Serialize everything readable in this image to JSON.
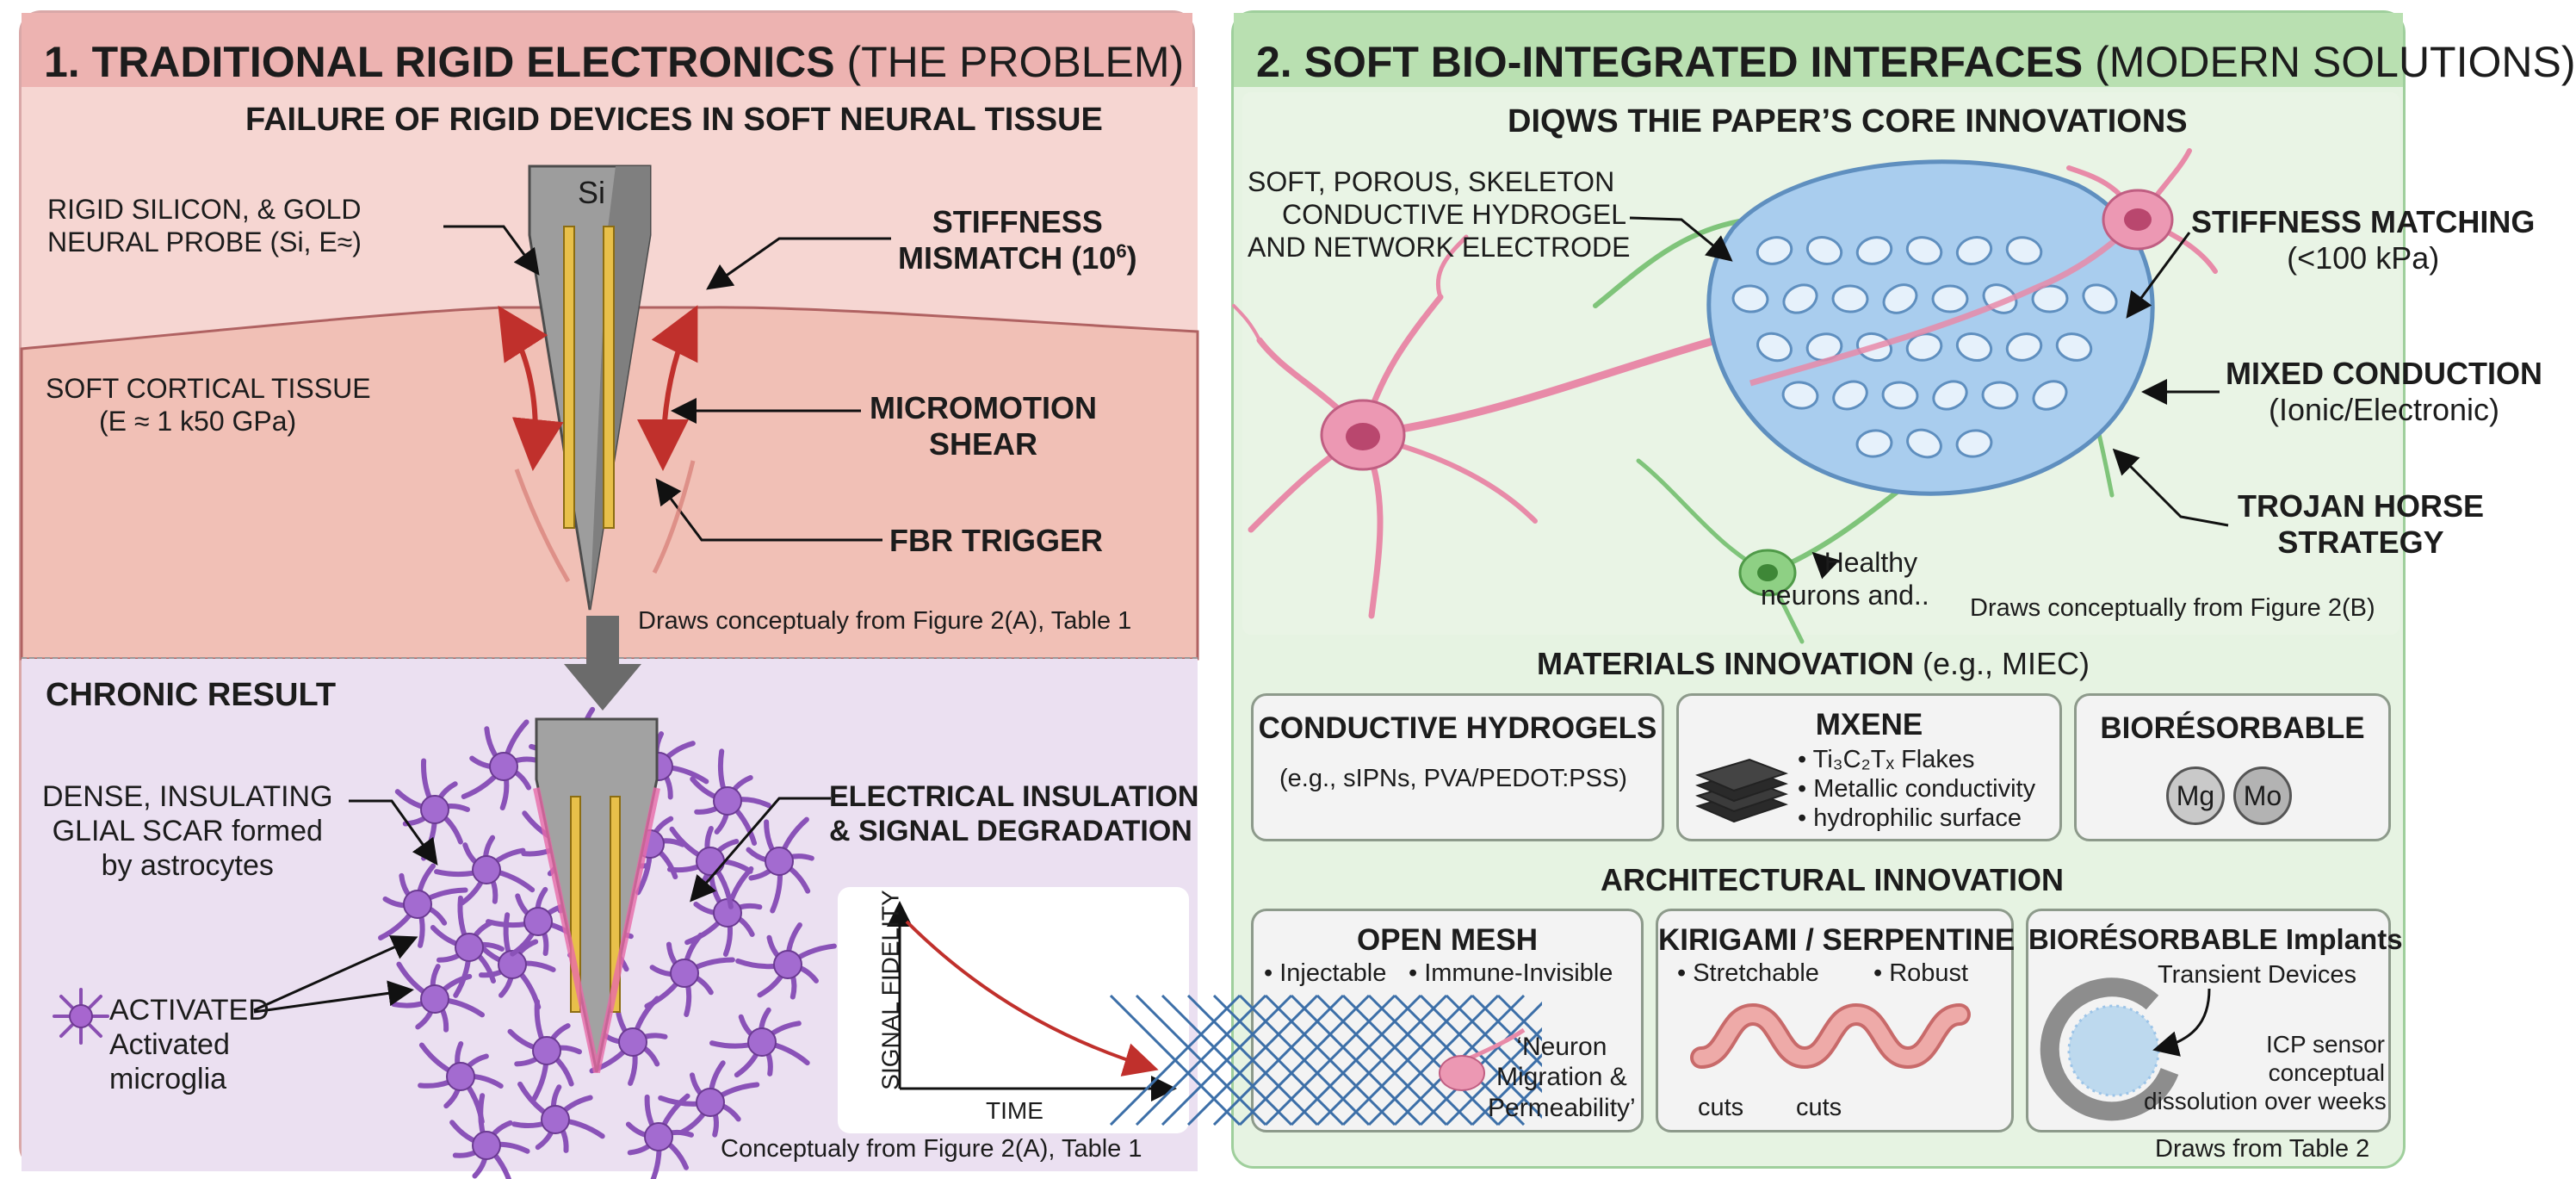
{
  "left": {
    "header": {
      "bold": "1. TRADITIONAL RIGID ELECTRONICS",
      "light": "(THE PROBLEM)"
    },
    "section1": {
      "title": "FAILURE OF RIGID DEVICES IN SOFT NEURAL TISSUE",
      "probe_symbol": "Si",
      "probe_label": [
        "RIGID SILICON, & GOLD",
        "NEURAL PROBE (Si, E≈)"
      ],
      "stiffness": [
        "STIFFNESS",
        "MISMATCH (10",
        "6",
        ")"
      ],
      "tissue": [
        "SOFT CORTICAL TISSUE",
        "(E ≈ 1 k50 GPa)"
      ],
      "micromotion": [
        "MICROMOTION",
        "SHEAR"
      ],
      "fbr": "FBR TRIGGER",
      "source": "Draws conceptualy from Figure 2(A), Table 1"
    },
    "section2": {
      "title": "CHRONIC RESULT",
      "scar": [
        "DENSE, INSULATING",
        "GLIAL SCAR formed",
        "by astrocytes"
      ],
      "insulation": [
        "ELECTRICAL INSULATION",
        "& SIGNAL DEGRADATION"
      ],
      "microglia": [
        "ACTIVATED",
        "Activated",
        "microglia"
      ],
      "graph_y": "SIGNAL FIDELITY",
      "graph_x": "TIME",
      "source": "Conceptualy from Figure 2(A), Table 1"
    }
  },
  "right": {
    "header": {
      "bold": "2. SOFT BIO-INTEGRATED INTERFACES",
      "light": "(MODERN SOLUTIONS)"
    },
    "top": {
      "title": "DIQWS THIE PAPER’S CORE INNOVATIONS",
      "electrode": [
        "SOFT, POROUS, SKELETON",
        "CONDUCTIVE HYDROGEL",
        "AND NETWORK ELECTRODE"
      ],
      "stiffness": [
        "STIFFNESS MATCHING",
        "(<100 kPa)"
      ],
      "mixed": [
        "MIXED CONDUCTION",
        "(Ionic/Electronic)"
      ],
      "trojan": [
        "TROJAN HORSE",
        "STRATEGY"
      ],
      "healthy": [
        "Healthy",
        "neurons and.."
      ],
      "source": "Draws conceptually from Figure 2(B)"
    },
    "materials": {
      "title_bold": "MATERIALS INNOVATION",
      "title_light": "(e.g., MIEC)",
      "hydrogels": {
        "title": "CONDUCTIVE HYDROGELS",
        "sub": "(e.g., sIPNs, PVA/PEDOT:PSS)"
      },
      "mxene": {
        "title": "MXENE",
        "items": [
          "• Ti₃C₂Tₓ Flakes",
          "• Metallic conductivity",
          "• hydrophilic surface"
        ]
      },
      "bioresorbable": {
        "title": "BIORÉSORBABLE",
        "elements": [
          "Mg",
          "Mo"
        ]
      }
    },
    "architecture": {
      "title": "ARCHITECTURAL INNOVATION",
      "openmesh": {
        "title": "OPEN MESH",
        "items": [
          "• Injectable",
          "• Immune-Invisible"
        ],
        "quote": [
          "‘Neuron",
          "Migration &",
          "Permeability’"
        ]
      },
      "kirigami": {
        "title": "KIRIGAMI / SERPENTINE",
        "items": [
          "• Stretchable",
          "• Robust"
        ],
        "cuts": [
          "cuts",
          "cuts"
        ]
      },
      "implants": {
        "title": "BIORÉSORBABLE Implants",
        "transient": "Transient Devices",
        "icp": [
          "ICP sensor",
          "conceptual",
          "dissolution over weeks"
        ]
      }
    },
    "source": "Draws from Table 2"
  },
  "colors": {
    "left_panel": "#f3c9c6",
    "left_header": "#edb3b1",
    "right_panel": "#e6f3e2",
    "right_header": "#b9e0b1",
    "astrocyte": "#9a5cc0",
    "neuron_pink": "#e88aa8",
    "hydrogel_blue": "#9cc4e8",
    "arrow_red": "#c0302c",
    "gold": "#e8c04a"
  }
}
